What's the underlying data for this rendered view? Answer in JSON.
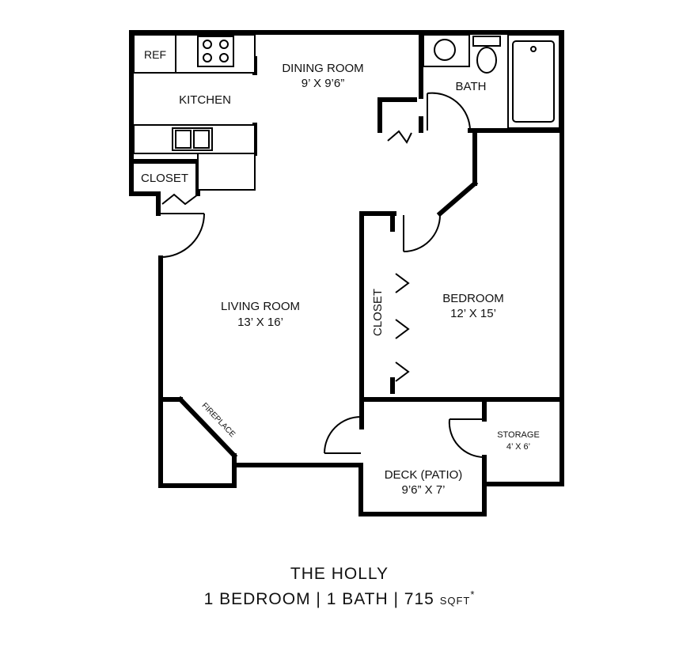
{
  "rooms": {
    "ref": "REF",
    "kitchen": "KITCHEN",
    "dining_name": "DINING ROOM",
    "dining_size": "9’ X 9’6”",
    "bath": "BATH",
    "closet_entry": "CLOSET",
    "living_name": "LIVING ROOM",
    "living_size": "13’ X 16’",
    "closet_bedroom": "CLOSET",
    "bedroom_name": "BEDROOM",
    "bedroom_size": "12’ X 15’",
    "fireplace": "FIREPLACE",
    "storage_name": "STORAGE",
    "storage_size": "4’ X 6’",
    "deck_name": "DECK (PATIO)",
    "deck_size": "9’6” X 7’"
  },
  "caption": {
    "title": "THE HOLLY",
    "details": "1 BEDROOM | 1 BATH | 715",
    "unit": "SQFT",
    "asterisk": "*"
  }
}
